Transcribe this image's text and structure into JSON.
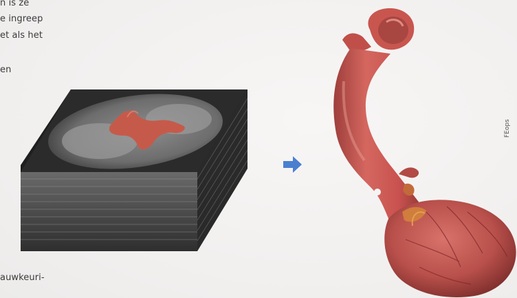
{
  "text": {
    "line1": "n is ze",
    "line2": "e ingreep",
    "line3": "et als het",
    "line4": "en",
    "line5": "auwkeuri-"
  },
  "credit": "FEops",
  "colors": {
    "text": "#3a3a3a",
    "aorta": "#c9524f",
    "arrow": "#4a7fd0"
  }
}
